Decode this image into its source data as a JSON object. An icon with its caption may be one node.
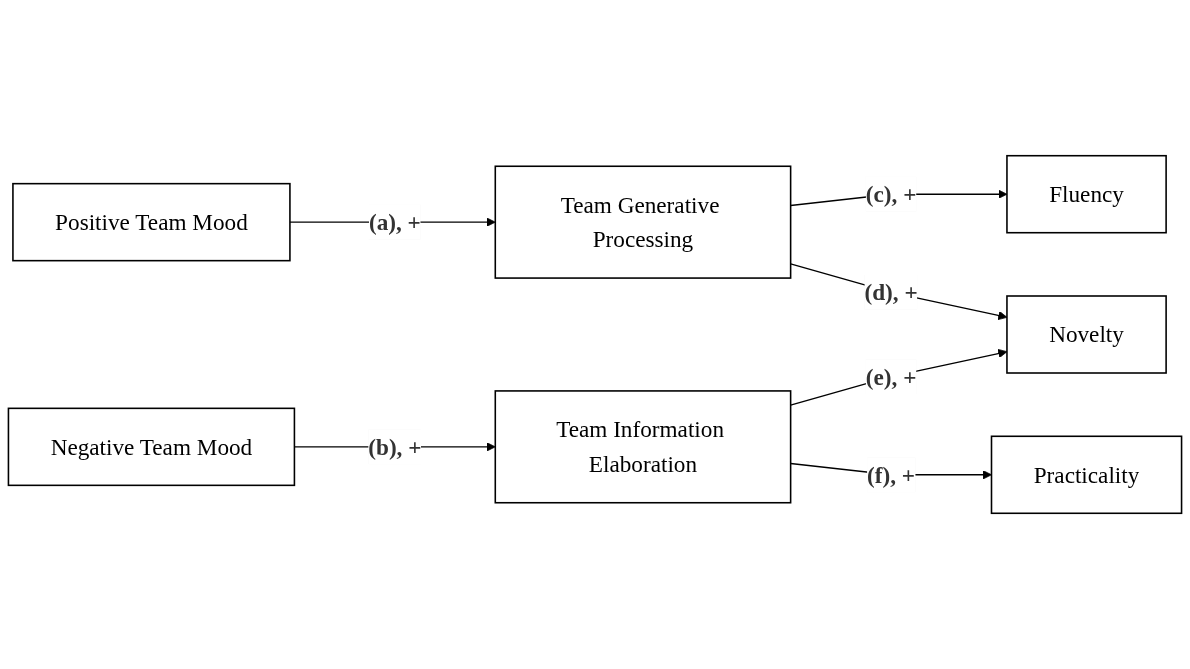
{
  "diagram": {
    "nodes": [
      {
        "text": [
          "Positive Team Mood"
        ]
      },
      {
        "text": [
          "Team Generative Processing"
        ]
      },
      {
        "text": [
          "Fluency"
        ]
      },
      {
        "text": [
          "Novelty"
        ]
      },
      {
        "text": [
          "Negative Team Mood"
        ]
      },
      {
        "text": [
          "Team Information Elaboration"
        ]
      },
      {
        "text": [
          "Practicality"
        ]
      }
    ],
    "edges": [
      {
        "from": 0,
        "to": 1,
        "arrow": "to",
        "label": "(a), +"
      },
      {
        "from": 4,
        "to": 5,
        "arrow": "to",
        "label": "(b), +"
      },
      {
        "from": 1,
        "to": 2,
        "arrow": "to",
        "label": "(c), +"
      },
      {
        "from": 1,
        "to": 3,
        "arrow": "to",
        "label": "(d), +"
      },
      {
        "from": 5,
        "to": 3,
        "arrow": "to",
        "label": "(e), +"
      },
      {
        "from": 5,
        "to": 6,
        "arrow": "to",
        "label": "(f), +"
      }
    ]
  }
}
